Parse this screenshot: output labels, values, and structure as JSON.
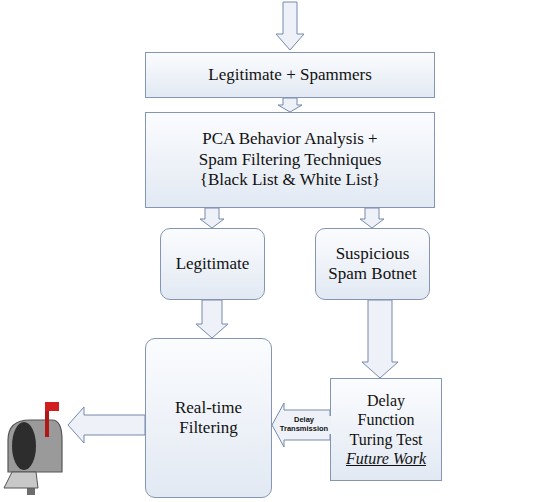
{
  "diagram": {
    "nodes": [
      {
        "text": [
          "Legitimate + Spammers"
        ]
      },
      {
        "text": [
          "PCA Behavior Analysis + Spam Filtering Techniques {Black List & White List}"
        ]
      },
      {
        "text": [
          "Legitimate"
        ]
      },
      {
        "text": [
          "Suspicious Spam Botnet"
        ]
      },
      {
        "text": [
          "Real-time Filtering"
        ]
      },
      {
        "text": [
          "Delay Function Turing Test",
          "Future Work"
        ]
      }
    ],
    "edges": [
      {
        "from": 0,
        "to": 1,
        "arrow": "to"
      },
      {
        "from": 1,
        "to": 2,
        "arrow": "to"
      },
      {
        "from": 1,
        "to": 3,
        "arrow": "to"
      },
      {
        "from": 2,
        "to": 4,
        "arrow": "to"
      },
      {
        "from": 5,
        "to": 4,
        "label": "Delay Transmission",
        "arrow": "to"
      },
      {
        "from": 3,
        "to": 5,
        "arrow": "to"
      }
    ]
  }
}
